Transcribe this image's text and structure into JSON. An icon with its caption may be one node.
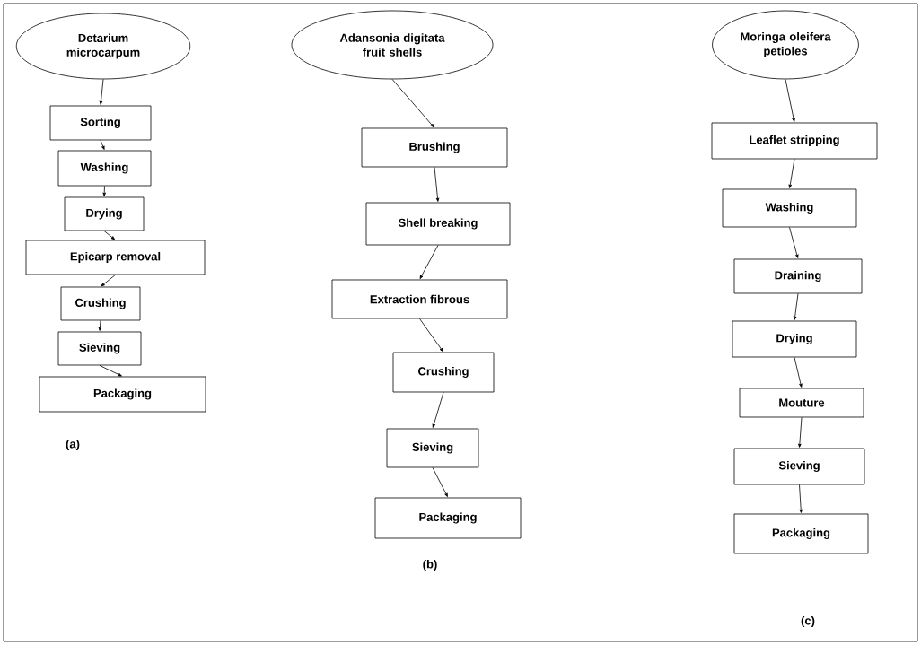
{
  "diagram": {
    "nodes": [
      {
        "text": [
          "Detarium microcarpum"
        ]
      },
      {
        "text": [
          "Sorting"
        ]
      },
      {
        "text": [
          "Washing"
        ]
      },
      {
        "text": [
          "Drying"
        ]
      },
      {
        "text": [
          "Epicarp removal"
        ]
      },
      {
        "text": [
          "Crushing"
        ]
      },
      {
        "text": [
          "Sieving"
        ]
      },
      {
        "text": [
          "Packaging"
        ]
      },
      {
        "text": [
          "Adansonia digitata fruit shells"
        ]
      },
      {
        "text": [
          "Brushing"
        ]
      },
      {
        "text": [
          "Shell breaking"
        ]
      },
      {
        "text": [
          "Extraction fibrous"
        ]
      },
      {
        "text": [
          "Crushing"
        ]
      },
      {
        "text": [
          "Sieving"
        ]
      },
      {
        "text": [
          "Packaging"
        ]
      },
      {
        "text": [
          "Moringa oleifera petioles"
        ]
      },
      {
        "text": [
          "Leaflet stripping"
        ]
      },
      {
        "text": [
          "Washing"
        ]
      },
      {
        "text": [
          "Draining"
        ]
      },
      {
        "text": [
          "Drying"
        ]
      },
      {
        "text": [
          "Mouture"
        ]
      },
      {
        "text": [
          "Sieving"
        ]
      },
      {
        "text": [
          "Packaging"
        ]
      }
    ],
    "edges": [
      {
        "from": 0,
        "to": 1,
        "arrow": "to"
      },
      {
        "from": 1,
        "to": 2,
        "arrow": "to"
      },
      {
        "from": 2,
        "to": 3,
        "arrow": "to"
      },
      {
        "from": 3,
        "to": 4,
        "arrow": "to"
      },
      {
        "from": 4,
        "to": 5,
        "arrow": "to"
      },
      {
        "from": 5,
        "to": 6,
        "arrow": "to"
      },
      {
        "from": 6,
        "to": 7,
        "arrow": "to"
      },
      {
        "from": 8,
        "to": 9,
        "arrow": "to"
      },
      {
        "from": 9,
        "to": 10,
        "arrow": "to"
      },
      {
        "from": 10,
        "to": 11,
        "arrow": "to"
      },
      {
        "from": 11,
        "to": 12,
        "arrow": "to"
      },
      {
        "from": 12,
        "to": 13,
        "arrow": "to"
      },
      {
        "from": 13,
        "to": 14,
        "arrow": "to"
      },
      {
        "from": 15,
        "to": 16,
        "arrow": "to"
      },
      {
        "from": 16,
        "to": 17,
        "arrow": "to"
      },
      {
        "from": 17,
        "to": 18,
        "arrow": "to"
      },
      {
        "from": 18,
        "to": 19,
        "arrow": "to"
      },
      {
        "from": 19,
        "to": 20,
        "arrow": "to"
      },
      {
        "from": 20,
        "to": 21,
        "arrow": "to"
      },
      {
        "from": 21,
        "to": 22,
        "arrow": "to"
      }
    ],
    "labels": [
      "(a)",
      "(b)",
      "(c)"
    ]
  }
}
